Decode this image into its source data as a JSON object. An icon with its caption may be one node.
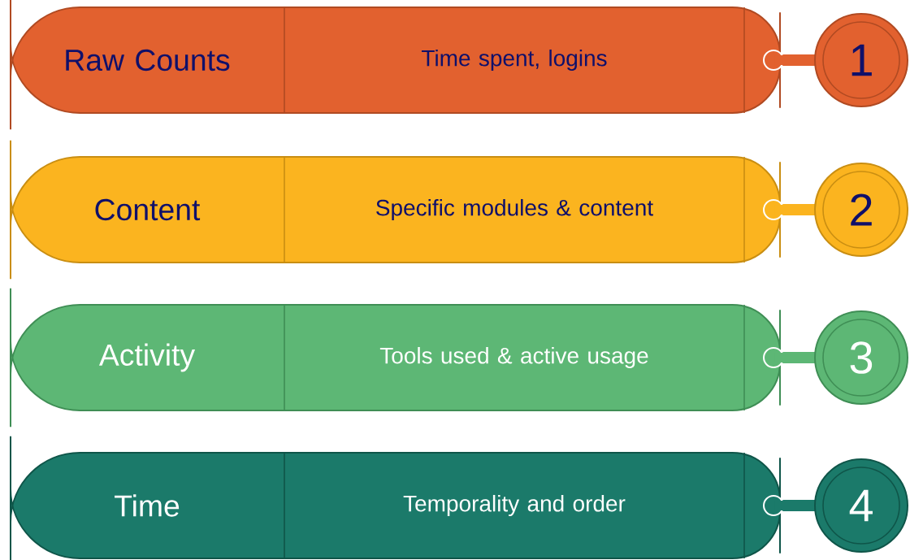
{
  "diagram": {
    "nodes": [
      {
        "text": [
          "Raw Counts",
          "Time spent, logins"
        ]
      },
      {
        "text": [
          "1"
        ]
      },
      {
        "text": [
          "Content",
          "Specific modules & content"
        ]
      },
      {
        "text": [
          "2"
        ]
      },
      {
        "text": [
          "Activity",
          "Tools used & active usage"
        ]
      },
      {
        "text": [
          "3"
        ]
      },
      {
        "text": [
          "Time",
          "Temporality and order"
        ]
      },
      {
        "text": [
          "4"
        ]
      }
    ]
  }
}
